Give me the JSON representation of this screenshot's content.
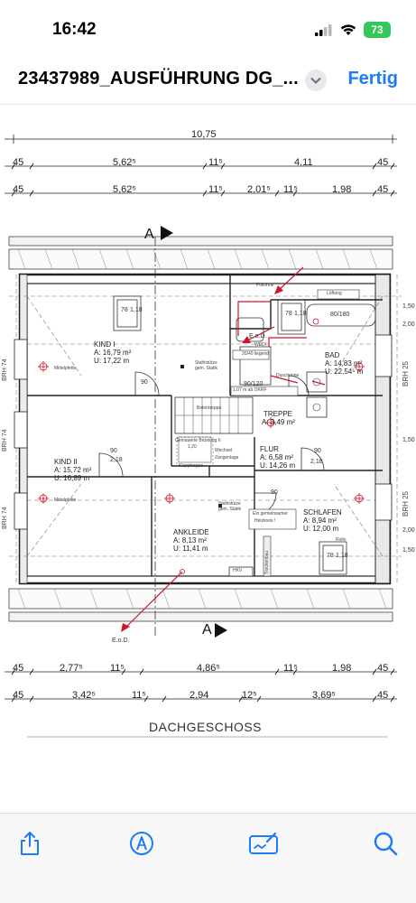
{
  "status": {
    "time": "16:42",
    "battery": "73"
  },
  "nav": {
    "title": "23437989_AUSFÜHRUNG DG_...",
    "done_label": "Fertig"
  },
  "plan": {
    "dims_top_1": [
      "10,75"
    ],
    "dims_top_2": [
      "45",
      "5,62⁵",
      "11⁵",
      "4,11",
      "45"
    ],
    "dims_top_3": [
      "45",
      "5,62⁵",
      "11⁵",
      "2,01⁵",
      "11⁵",
      "1,98",
      "45"
    ],
    "dims_bottom_1": [
      "45",
      "2,77⁵",
      "11⁵",
      "4,86⁵",
      "11⁵",
      "1,98",
      "45"
    ],
    "dims_bottom_2": [
      "45",
      "3,42⁵",
      "11⁵",
      "2,94",
      "12⁵",
      "3,69⁵",
      "45"
    ],
    "dims_right": [
      "1,50",
      "2,00",
      "1,50",
      "2,00",
      "1,50"
    ],
    "section_a": "A",
    "caption": "DACHGESCHOSS",
    "rooms": {
      "kind1": {
        "name": "KIND I",
        "area": "A:  16,79 m²",
        "perimeter": "U:  17,22 m"
      },
      "kind2": {
        "name": "KIND II",
        "area": "A:  15,72 m²",
        "perimeter": "U:  16,89 m"
      },
      "bad": {
        "name": "BAD",
        "area": "A:  14,83 m²",
        "perimeter": "U:  22,54⁵ m"
      },
      "treppe": {
        "name": "TREPPE",
        "area": "A:  3,49 m²"
      },
      "flur": {
        "name": "FLUR",
        "area": "A:  6,58 m²",
        "perimeter": "U:  14,26 m"
      },
      "ankleide": {
        "name": "ANKLEIDE",
        "area": "A:  8,13 m²",
        "perimeter": "U:  11,41 m"
      },
      "schlafen": {
        "name": "SCHLAFEN",
        "area": "A:  8,94 m²",
        "perimeter": "U:  12,00 m"
      }
    },
    "labels": {
      "pollrinne": "Pollrinne",
      "lueftung": "Lüftung",
      "wanne": "80/180",
      "eod_top": "E.o.D.",
      "wedi": "WEDI",
      "wedi_size": "20/40 liegend",
      "dusche": "Duschrinne",
      "dusche_size": "90/120",
      "betontreppe": "Betontreppe",
      "okrf": "1,07 m ab OKRF",
      "gemauerte": "Gemauerte Brüstung h",
      "brueste_h": "1,20",
      "wechsel": "Wechsel",
      "zangenlage": "Zangenlage",
      "klapptreppe": "Klapptreppe",
      "heizkreis_1": "Ein gemeinsamer",
      "heizkreis_2": "Heizkreis !",
      "rollo": "Rollo",
      "trockenbau": "Trockenbau",
      "hkv": "HKV",
      "eod_bottom": "E.o.D.",
      "mittelpfette_1": "Mittelpfette",
      "mittelpfette_2": "Mittelpfette",
      "stahl_1": "Stahlstütze",
      "stahl_1b": "gem. Statik",
      "stahl_2": "Stahlstütze",
      "stahl_2b": "gem. Statik",
      "brh_right_1": "BRH 25",
      "brh_right_2": "BRH 25",
      "brh_left_1": "BRH 74",
      "brh_left_2": "BRH 74",
      "brh_left_3": "BRH 74",
      "door_90": "90",
      "door_218": "2,18",
      "win_78": "78",
      "win_118": "1,18"
    }
  },
  "toolbar": {
    "share": "share-icon",
    "markup": "markup-pen-icon",
    "signature": "signature-icon",
    "search": "search-icon"
  },
  "colors": {
    "accent": "#1b7cf5",
    "battery": "#34c759",
    "red": "#d0142c"
  }
}
